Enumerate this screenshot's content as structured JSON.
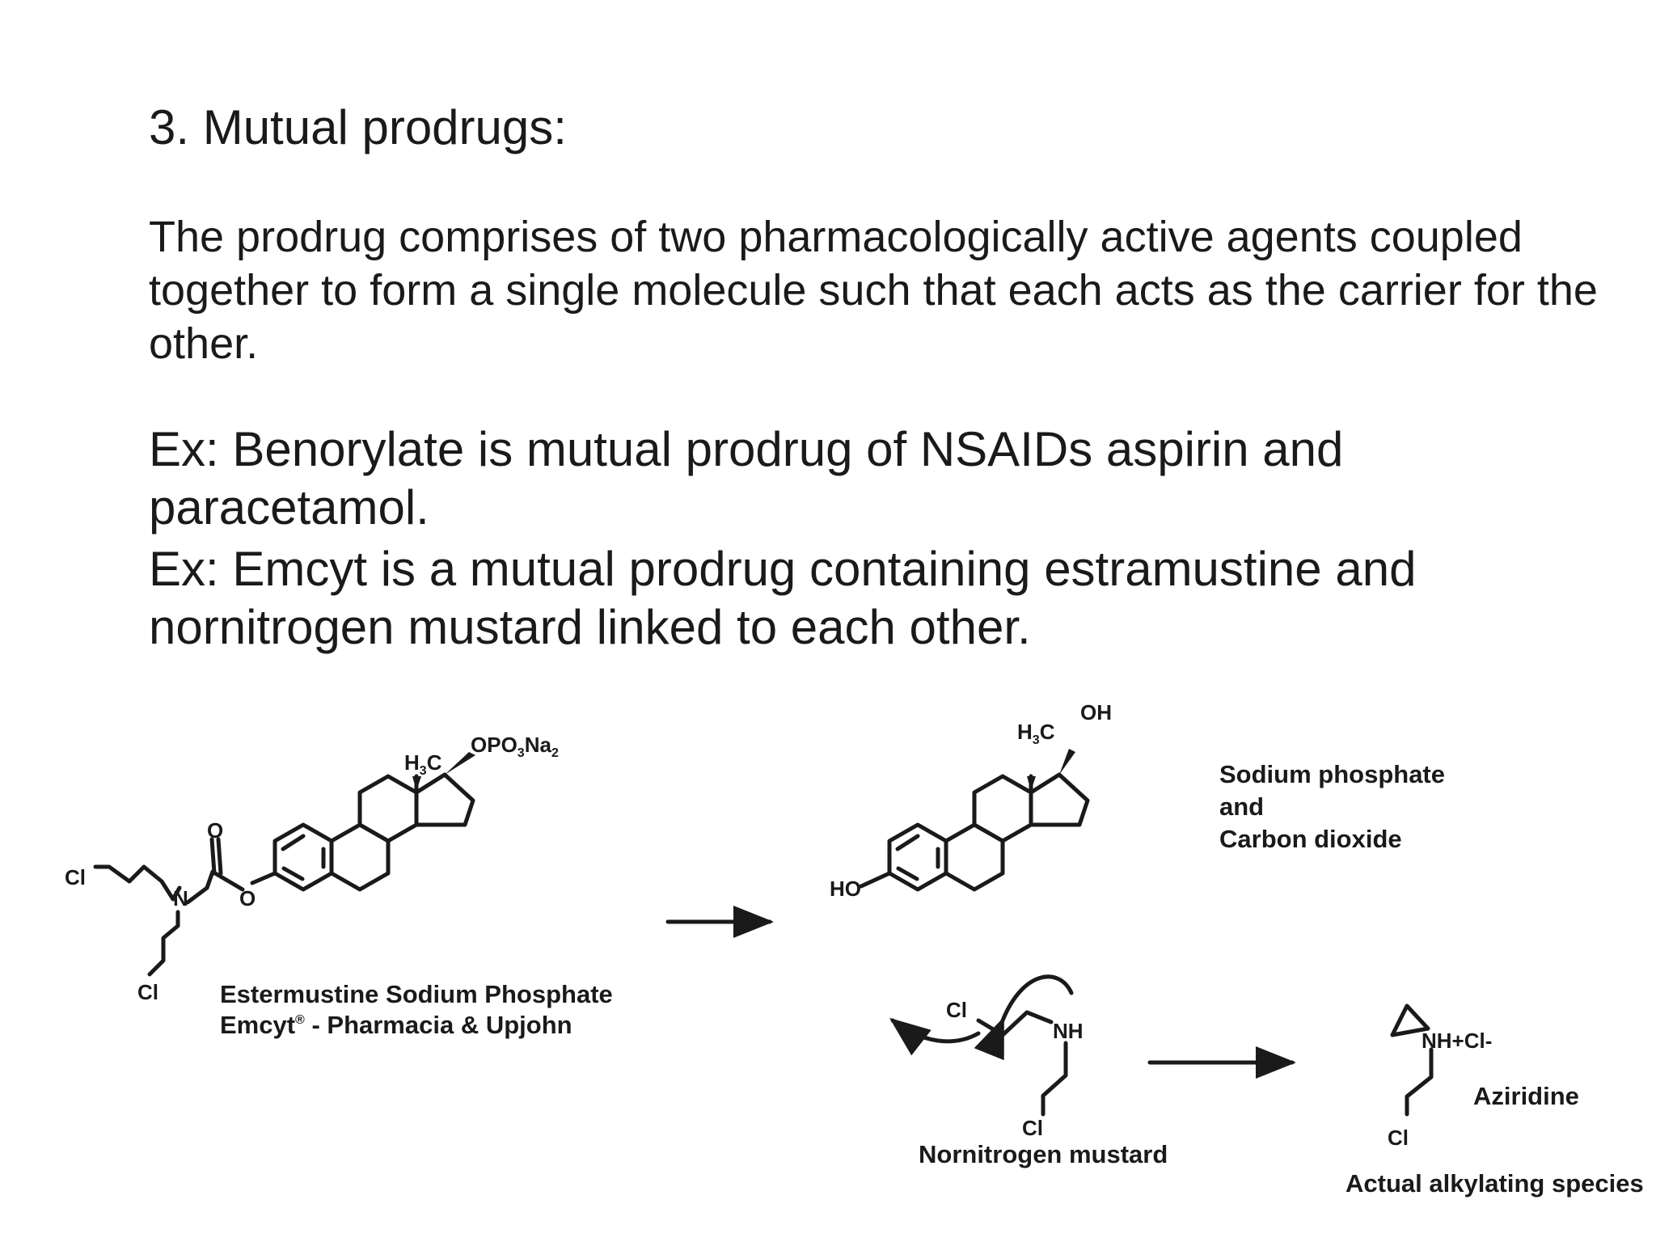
{
  "slide": {
    "heading": "3. Mutual prodrugs:",
    "definition": "The prodrug comprises of two pharmacologically active agents coupled together to form a single molecule such that each acts as the carrier for the other.",
    "example_1": "Ex: Benorylate is mutual prodrug of NSAIDs aspirin and paracetamol.",
    "example_2": "Ex: Emcyt is a mutual prodrug containing estramustine and nornitrogen mustard linked to each other."
  },
  "scheme": {
    "prodrug": {
      "name": "Estermustine Sodium Phosphate",
      "brand_prefix": "Emcyt",
      "brand_mark": "®",
      "brand_suffix": " - Pharmacia & Upjohn",
      "atoms": {
        "cl_top": "Cl",
        "cl_bottom": "Cl",
        "n": "N",
        "o_carbonyl": "O",
        "o_ester": "O",
        "methyl_h": "H",
        "methyl_sub": "3",
        "methyl_c": "C",
        "phosphate_a": "OPO",
        "phosphate_sub1": "3",
        "phosphate_b": "Na",
        "phosphate_sub2": "2"
      }
    },
    "estradiol": {
      "atoms": {
        "ho": "HO",
        "oh": "OH",
        "methyl_h": "H",
        "methyl_sub": "3",
        "methyl_c": "C"
      }
    },
    "byproducts": [
      "Sodium phosphate",
      "and",
      "Carbon dioxide"
    ],
    "mustard": {
      "name": "Nornitrogen mustard",
      "atoms": {
        "cl_top": "Cl",
        "nh": "NH",
        "cl_bottom": "Cl"
      }
    },
    "aziridine": {
      "name": "Aziridine",
      "caption": "Actual alkylating species",
      "atoms": {
        "nh_cl": "NH+Cl-",
        "cl": "Cl"
      }
    }
  }
}
